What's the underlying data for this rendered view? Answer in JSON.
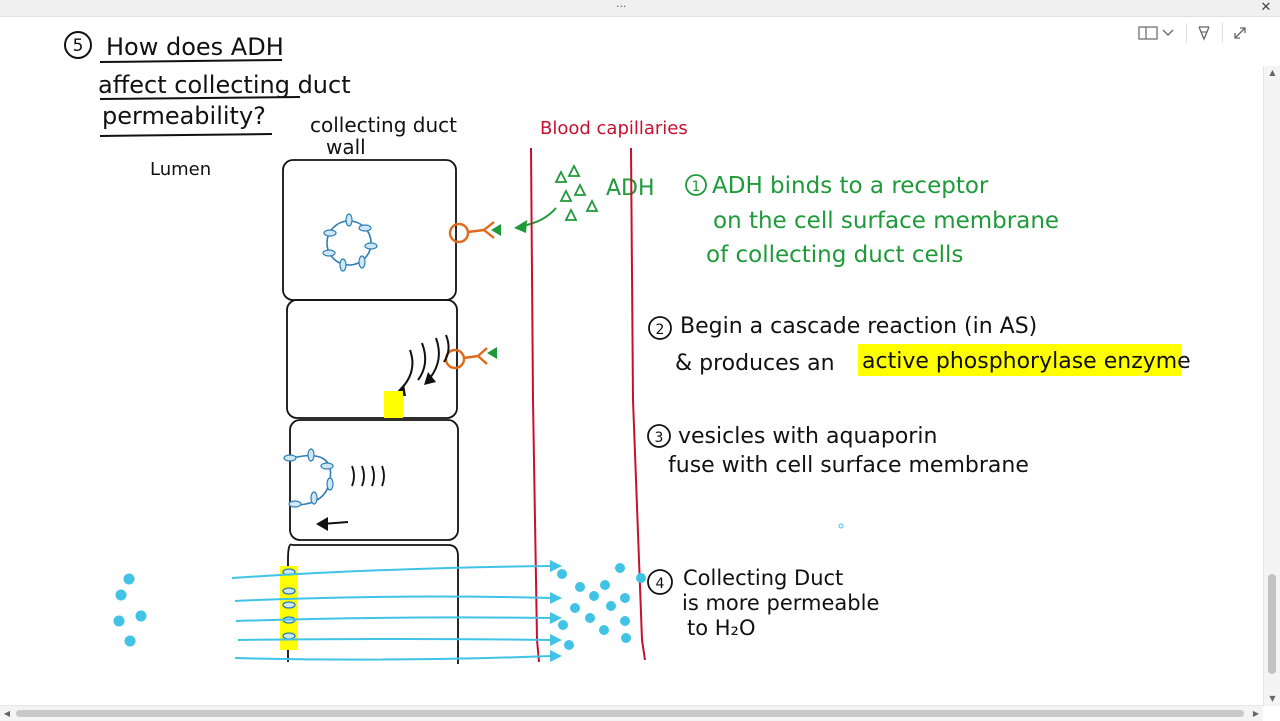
{
  "window": {
    "grip": "···",
    "close_glyph": "✕"
  },
  "toolbar": {
    "view_icon": "page-view-icon",
    "chevron_icon": "chevron-down-icon",
    "pen_icon": "pen-tool-icon",
    "expand_icon": "expand-icon"
  },
  "notes": {
    "question_number": "5",
    "question_line1": "How does ADH",
    "question_line2": "affect collecting duct",
    "question_line3": "permeability?",
    "lumen_label": "Lumen",
    "wall_label_line1": "collecting duct",
    "wall_label_line2": "wall",
    "capillaries_label": "Blood capillaries",
    "adh_label": "ADH",
    "step1_number": "1",
    "step1_line1": "ADH binds to a receptor",
    "step1_line2": "on the cell surface membrane",
    "step1_line3": "of collecting duct cells",
    "step2_number": "2",
    "step2_line1": "Begin a cascade reaction (in AS)",
    "step2_line2_prefix": "& produces an",
    "step2_highlight": "active phosphorylase enzyme",
    "step3_number": "3",
    "step3_line1": "vesicles with aquaporin",
    "step3_line2": "fuse with cell surface membrane",
    "step4_number": "4",
    "step4_line1": "Collecting Duct",
    "step4_line2": "is more permeable",
    "step4_line3": "to H₂O"
  },
  "colors": {
    "ink": "#111111",
    "green": "#1e9a3a",
    "red": "#c8102e",
    "orange": "#e06a1b",
    "cyan": "#41c3e6",
    "highlight": "#ffff00",
    "aquaporin": "#2f7fb5"
  }
}
